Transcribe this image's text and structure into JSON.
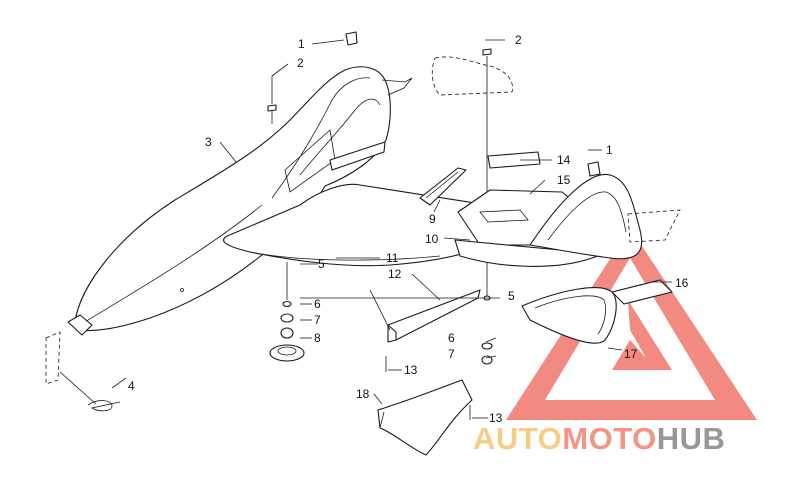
{
  "callouts": [
    {
      "id": "c1a",
      "text": "1"
    },
    {
      "id": "c2a",
      "text": "2"
    },
    {
      "id": "c2b",
      "text": "2"
    },
    {
      "id": "c3",
      "text": "3"
    },
    {
      "id": "c14",
      "text": "14"
    },
    {
      "id": "c15",
      "text": "15"
    },
    {
      "id": "c1b",
      "text": "1"
    },
    {
      "id": "c9",
      "text": "9"
    },
    {
      "id": "c10",
      "text": "10"
    },
    {
      "id": "c11",
      "text": "11"
    },
    {
      "id": "c12",
      "text": "12"
    },
    {
      "id": "c5a",
      "text": "5"
    },
    {
      "id": "c6a",
      "text": "6"
    },
    {
      "id": "c7a",
      "text": "7"
    },
    {
      "id": "c8",
      "text": "8"
    },
    {
      "id": "c5b",
      "text": "5"
    },
    {
      "id": "c6b",
      "text": "6"
    },
    {
      "id": "c7b",
      "text": "7"
    },
    {
      "id": "c16",
      "text": "16"
    },
    {
      "id": "c17",
      "text": "17"
    },
    {
      "id": "c4",
      "text": "4"
    },
    {
      "id": "c13a",
      "text": "13"
    },
    {
      "id": "c13b",
      "text": "13"
    },
    {
      "id": "c18",
      "text": "18"
    }
  ],
  "watermark": {
    "part1": "AUTO",
    "part2": "MOTO",
    "part3": "HUB",
    "color_auto": "#f5c97a",
    "color_moto": "#f28a78",
    "color_hub": "#8c8c8c",
    "triangle_color": "#f06d63"
  }
}
